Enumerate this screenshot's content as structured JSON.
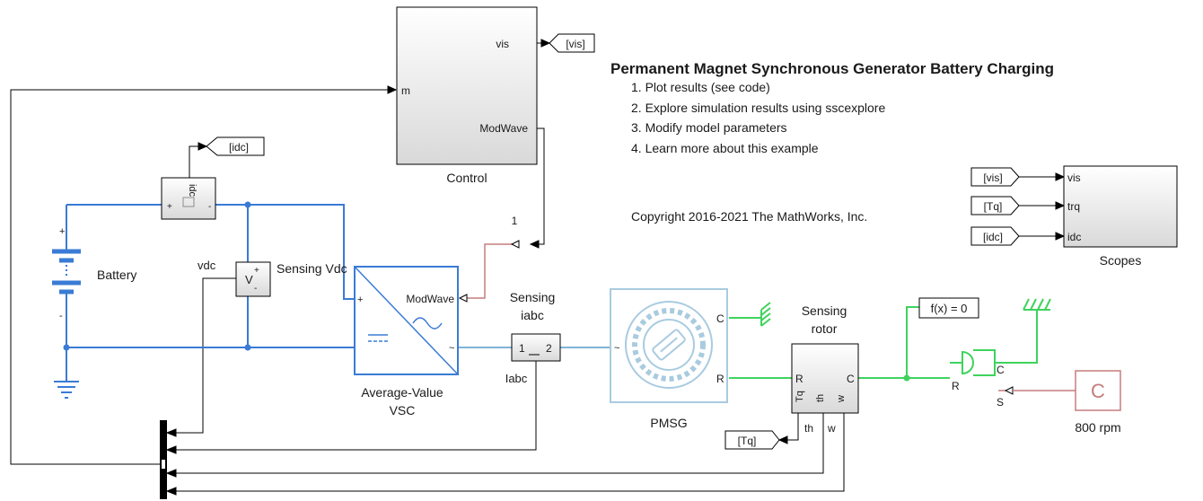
{
  "title": "Permanent Magnet Synchronous Generator Battery Charging",
  "links": [
    "1. Plot results (see code)",
    "2. Explore simulation results using sscexplore",
    "3. Modify model parameters",
    "4. Learn more about this example"
  ],
  "copyright": "Copyright 2016-2021 The MathWorks, Inc.",
  "blocks": {
    "control": {
      "label": "Control",
      "port_vis": "vis",
      "port_m": "m",
      "port_modwave": "ModWave"
    },
    "goto_vis": "[vis]",
    "goto_idc": "[idc]",
    "from_vis": "[vis]",
    "from_tq": "[Tq]",
    "from_idc": "[idc]",
    "goto_tq": "[Tq]",
    "scopes": {
      "label": "Scopes",
      "ports": [
        "vis",
        "trq",
        "idc"
      ]
    },
    "current_sensor": {
      "port": "idc"
    },
    "battery": {
      "label": "Battery",
      "plus": "+",
      "minus": "-"
    },
    "voltage_sensor": {
      "label": "Sensing Vdc",
      "port": "vdc",
      "symbol": "V"
    },
    "vsc": {
      "label_line1": "Average-Value",
      "label_line2": "VSC",
      "port": "ModWave",
      "plus": "+",
      "tilde": "~"
    },
    "const_one": "1",
    "sensing_iabc": {
      "label_line1": "Sensing",
      "label_line2": "iabc",
      "inner_left": "1",
      "inner_right": "2",
      "port": "Iabc"
    },
    "pmsg": {
      "label": "PMSG",
      "port_c": "C",
      "port_r": "R",
      "tilde": "~"
    },
    "sensing_rotor": {
      "label_line1": "Sensing",
      "label_line2": "rotor",
      "ports": [
        "R",
        "C",
        "Tq",
        "th",
        "w"
      ]
    },
    "solver": "f(x) = 0",
    "speed_source": {
      "label": "800 rpm",
      "symbol": "C",
      "ports": [
        "R",
        "C",
        "S"
      ]
    }
  }
}
